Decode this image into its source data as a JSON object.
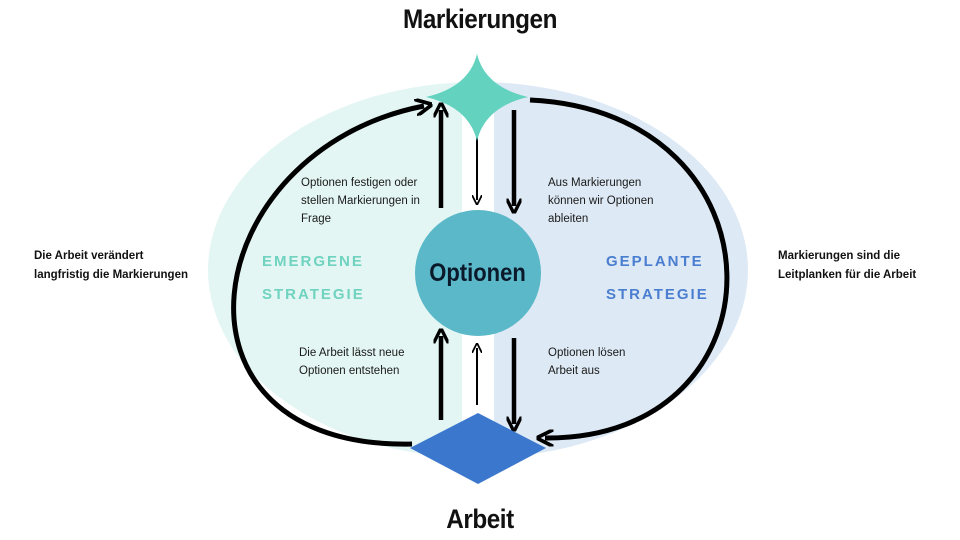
{
  "nodes": {
    "top": "Markierungen",
    "center": "Optionen",
    "bottom": "Arbeit"
  },
  "strategies": {
    "emergent": [
      "EMERGENE",
      "STRATEGIE"
    ],
    "planned": [
      "GEPLANTE",
      "STRATEGIE"
    ]
  },
  "annotations": {
    "upper_left": [
      "Optionen festigen oder",
      "stellen Markierungen in",
      "Frage"
    ],
    "upper_right": [
      "Aus Markierungen",
      "können wir Optionen",
      "ableiten"
    ],
    "lower_left": [
      "Die Arbeit lässt neue",
      "Optionen entstehen"
    ],
    "lower_right": [
      "Optionen lösen",
      "Arbeit aus"
    ]
  },
  "side_labels": {
    "left": [
      "Die Arbeit verändert",
      "langfristig die Markierungen"
    ],
    "right": [
      "Markierungen sind die",
      "Leitplanken für die Arbeit"
    ]
  },
  "colors": {
    "left_ellipse_fill": "#e3f6f3",
    "right_ellipse_fill": "#dde9f4",
    "center_strip": "#ffffff",
    "star_fill": "#63d3bf",
    "circle_fill": "#5bb8c9",
    "diamond_fill": "#3b78cd",
    "emergent_text": "#6fd3c0",
    "planned_text": "#4a7ed0",
    "arrow": "#000000"
  },
  "icons": {
    "top_node": "four-point-star",
    "center_node": "circle",
    "bottom_node": "diamond"
  }
}
